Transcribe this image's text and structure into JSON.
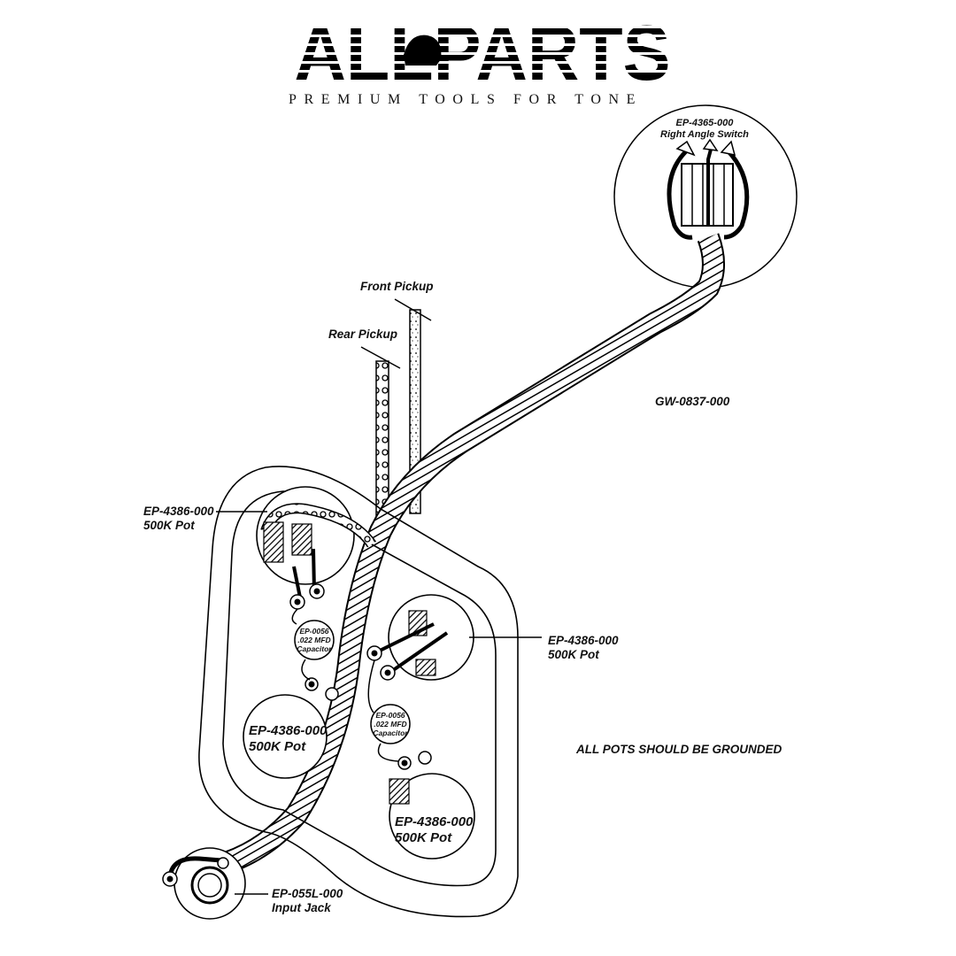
{
  "logo": {
    "brand": "ALLPARTS",
    "tagline": "PREMIUM TOOLS FOR TONE"
  },
  "components": {
    "switch": {
      "part": "EP-4365-000",
      "name": "Right Angle Switch"
    },
    "front_pickup": {
      "name": "Front Pickup"
    },
    "rear_pickup": {
      "name": "Rear Pickup"
    },
    "wire": {
      "part": "GW-0837-000"
    },
    "pot_top_left": {
      "part": "EP-4386-000",
      "name": "500K Pot"
    },
    "pot_right": {
      "part": "EP-4386-000",
      "name": "500K Pot"
    },
    "pot_bottom_left": {
      "part": "EP-4386-000",
      "name": "500K Pot"
    },
    "pot_bottom_right": {
      "part": "EP-4386-000",
      "name": "500K Pot"
    },
    "capacitor_left": {
      "part": "EP-0056",
      "value": ".022 MFD",
      "name": "Capacitor"
    },
    "capacitor_right": {
      "part": "EP-0056",
      "value": ".022 MFD",
      "name": "Capacitor"
    },
    "input_jack": {
      "part": "EP-055L-000",
      "name": "Input Jack"
    }
  },
  "notes": {
    "grounding": "ALL POTS SHOULD BE GROUNDED"
  }
}
